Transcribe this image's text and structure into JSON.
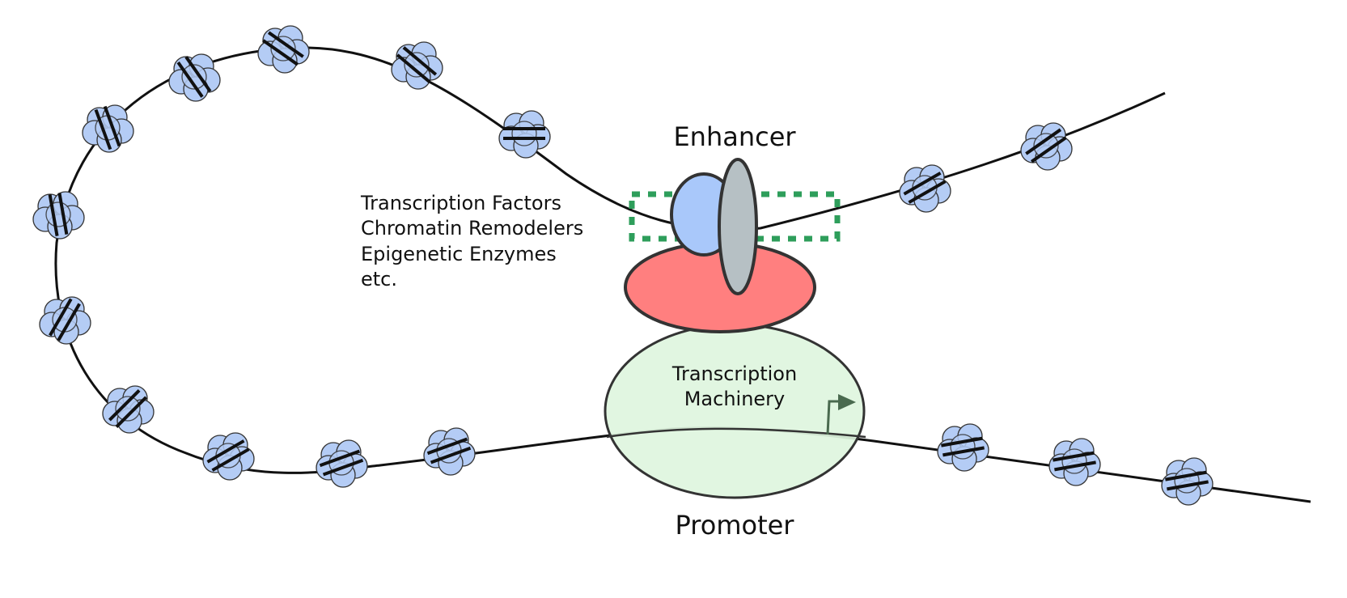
{
  "labels": {
    "enhancer": "Enhancer",
    "promoter": "Promoter",
    "machinery_line1": "Transcription",
    "machinery_line2": "Machinery"
  },
  "factors_list": [
    "Transcription Factors",
    "Chromatin Remodelers",
    "Epigenetic Enzymes",
    "etc."
  ],
  "colors": {
    "dna_strand": "#111111",
    "nucleosome_fill": "#b4ccf5",
    "nucleosome_stroke": "#333333",
    "enhancer_box": "#2e9e5b",
    "blue_factor": "#a9c8fa",
    "grey_factor": "#b6c0c4",
    "red_mediator": "#ff7f7f",
    "machinery_fill": "#def5de",
    "tss_arrow": "#4a6a4f",
    "outline": "#333333"
  },
  "icons": {
    "nucleosome": "nucleosome-cluster-icon",
    "tss": "transcription-start-arrow-icon"
  }
}
